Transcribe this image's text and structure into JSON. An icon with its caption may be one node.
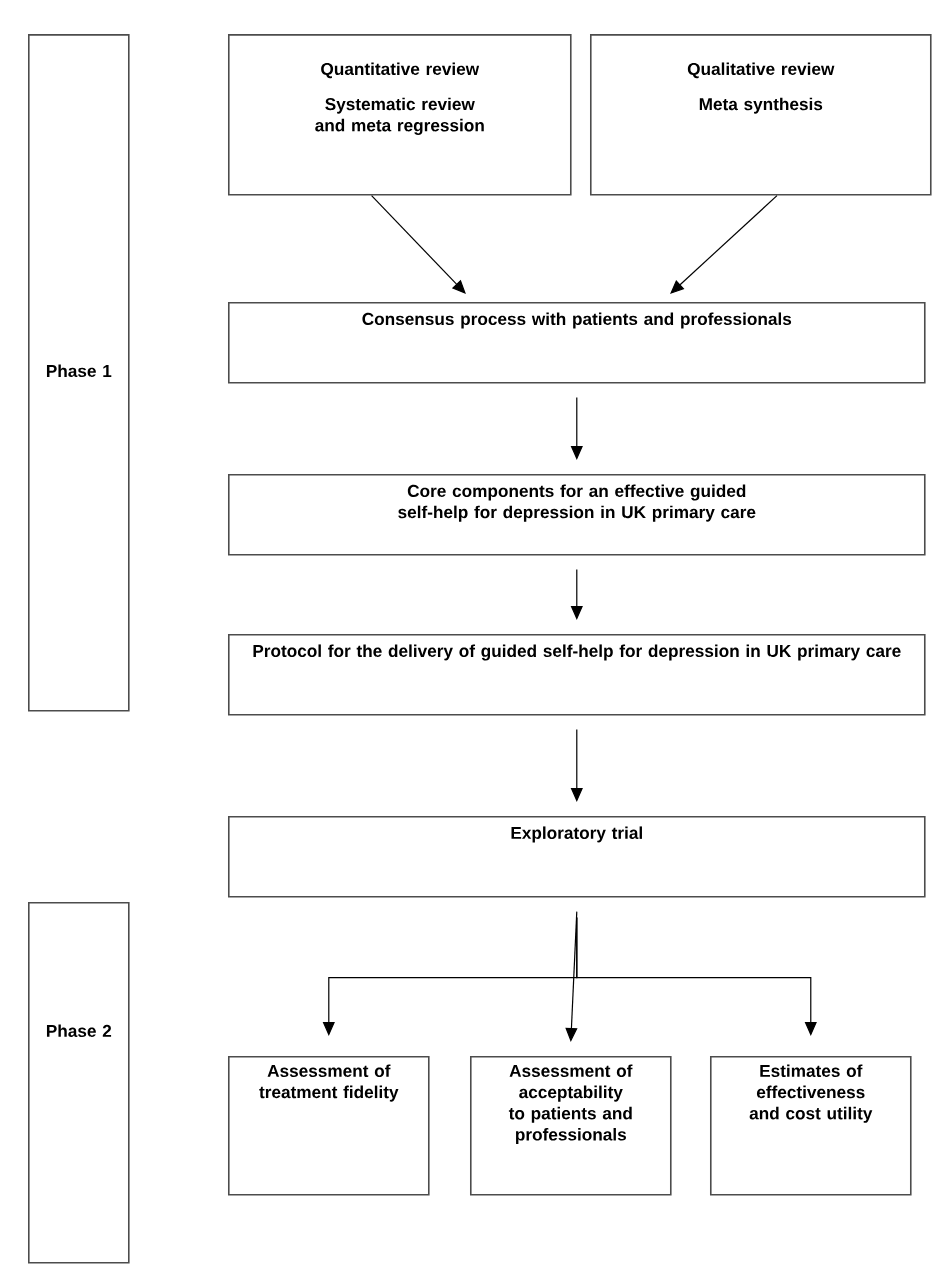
{
  "diagram": {
    "nodes": [
      {
        "text": [
          "Phase 1"
        ]
      },
      {
        "text": [
          "Quantitative review",
          "Systematic review and meta regression"
        ]
      },
      {
        "text": [
          "Qualitative review",
          "Meta synthesis"
        ]
      },
      {
        "text": [
          "Consensus process with patients and professionals"
        ]
      },
      {
        "text": [
          "Core components for an effective guided self-help for depression in UK primary care"
        ]
      },
      {
        "text": [
          "Protocol for the delivery of guided self-help for depression in UK primary care"
        ]
      },
      {
        "text": [
          "Exploratory trial"
        ]
      },
      {
        "text": [
          "Phase 2"
        ]
      },
      {
        "text": [
          "Assessment of treatment fidelity"
        ]
      },
      {
        "text": [
          "Assessment of acceptability to patients and professionals"
        ]
      },
      {
        "text": [
          "Estimates of effectiveness and cost utility"
        ]
      }
    ],
    "edges": [
      {
        "from": 1,
        "to": 3,
        "arrow": "to"
      },
      {
        "from": 2,
        "to": 3,
        "arrow": "to"
      },
      {
        "from": 3,
        "to": 4,
        "arrow": "to"
      },
      {
        "from": 4,
        "to": 5,
        "arrow": "to"
      },
      {
        "from": 5,
        "to": 6,
        "arrow": "to"
      },
      {
        "from": 6,
        "to": 8,
        "arrow": "to"
      },
      {
        "from": 6,
        "to": 9,
        "arrow": "to"
      },
      {
        "from": 6,
        "to": 10,
        "arrow": "to"
      }
    ]
  }
}
